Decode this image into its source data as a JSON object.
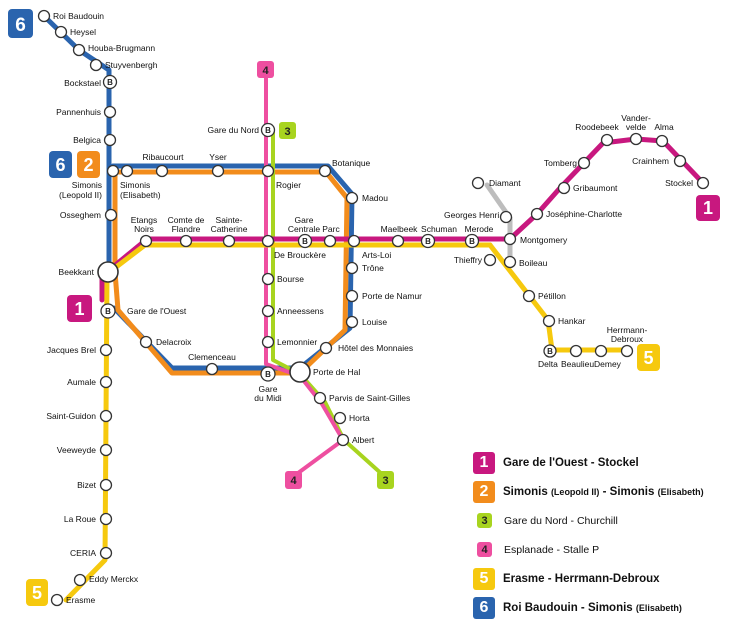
{
  "colors": {
    "line1": "#c8187f",
    "line2": "#f28c1c",
    "line3": "#a8d41f",
    "line4": "#ee4fa0",
    "line5": "#f6c90e",
    "line6": "#2a64ae",
    "gray": "#bdbdbd"
  },
  "badges": {
    "l6_top": "6",
    "l4_top": "4",
    "l3_top": "3",
    "l6_mid": "6",
    "l2_mid": "2",
    "l1_left": "1",
    "l1_right": "1",
    "l5_right": "5",
    "l4_bottom": "4",
    "l3_bottom": "3",
    "l5_bottom": "5"
  },
  "stations": {
    "roi_baudouin": "Roi Baudouin",
    "heysel": "Heysel",
    "houba": "Houba-Brugmann",
    "stuyvenbergh": "Stuyvenbergh",
    "bockstael": "Bockstael",
    "pannenhuis": "Pannenhuis",
    "belgica": "Belgica",
    "simonis_l2_a": "Simonis",
    "simonis_l2_b": "(Leopold II)",
    "simonis_el_a": "Simonis",
    "simonis_el_b": "(Elisabeth)",
    "ribaucourt": "Ribaucourt",
    "yser": "Yser",
    "rogier": "Rogier",
    "botanique": "Botanique",
    "madou": "Madou",
    "osseghem": "Osseghem",
    "etangs_a": "Etangs",
    "etangs_b": "Noirs",
    "comte_a": "Comte de",
    "comte_b": "Flandre",
    "sainte_a": "Sainte-",
    "sainte_b": "Catherine",
    "de_brouckere": "De Brouckère",
    "gare_centrale_a": "Gare",
    "gare_centrale_b": "Centrale",
    "parc": "Parc",
    "arts_loi": "Arts-Loi",
    "maelbeek": "Maelbeek",
    "schuman": "Schuman",
    "merode": "Merode",
    "montgomery": "Montgomery",
    "georges_henri": "Georges Henri",
    "diamant": "Diamant",
    "boileau": "Boileau",
    "thieffry": "Thieffry",
    "josephine": "Joséphine-Charlotte",
    "gribaumont": "Gribaumont",
    "tomberg": "Tomberg",
    "roodebeek": "Roodebeek",
    "vandervelde_a": "Vander-",
    "vandervelde_b": "velde",
    "alma": "Alma",
    "crainhem": "Crainhem",
    "stockel": "Stockel",
    "petillon": "Pétillon",
    "hankar": "Hankar",
    "delta": "Delta",
    "beaulieu": "Beaulieu",
    "demey": "Demey",
    "herrmann_a": "Herrmann-",
    "herrmann_b": "Debroux",
    "gare_du_nord": "Gare du Nord",
    "bourse": "Bourse",
    "anneessens": "Anneessens",
    "lemonnier": "Lemonnier",
    "gare_du_midi_a": "Gare",
    "gare_du_midi_b": "du Midi",
    "porte_de_hal": "Porte de Hal",
    "parvis": "Parvis de Saint-Gilles",
    "horta": "Horta",
    "albert": "Albert",
    "hotel_monnaies": "Hôtel des Monnaies",
    "louise": "Louise",
    "porte_namur": "Porte de Namur",
    "trone": "Trône",
    "beekkant": "Beekkant",
    "gare_ouest": "Gare de l'Ouest",
    "delacroix": "Delacroix",
    "clemenceau": "Clemenceau",
    "jacques_brel": "Jacques Brel",
    "aumale": "Aumale",
    "saint_guidon": "Saint-Guidon",
    "veeweyde": "Veeweyde",
    "bizet": "Bizet",
    "la_roue": "La Roue",
    "ceria": "CERIA",
    "eddy_merckx": "Eddy Merckx",
    "erasme": "Erasme"
  },
  "legend": [
    {
      "num": "1",
      "color": "#c8187f",
      "text": "Gare de l'Ouest - Stockel",
      "small": false
    },
    {
      "num": "2",
      "color": "#f28c1c",
      "text_a": "Simonis ",
      "sub_a": "(Leopold II)",
      "text_b": " - Simonis ",
      "sub_b": "(Elisabeth)",
      "small": false
    },
    {
      "num": "3",
      "color": "#a8d41f",
      "text": "Gare du Nord - Churchill",
      "small": true
    },
    {
      "num": "4",
      "color": "#ee4fa0",
      "text": "Esplanade - Stalle P",
      "small": true
    },
    {
      "num": "5",
      "color": "#f6c90e",
      "text": "Erasme - Herrmann-Debroux",
      "small": false
    },
    {
      "num": "6",
      "color": "#2a64ae",
      "text_a": "Roi Baudouin - Simonis ",
      "sub_a": "(Elisabeth)",
      "small": false
    }
  ]
}
